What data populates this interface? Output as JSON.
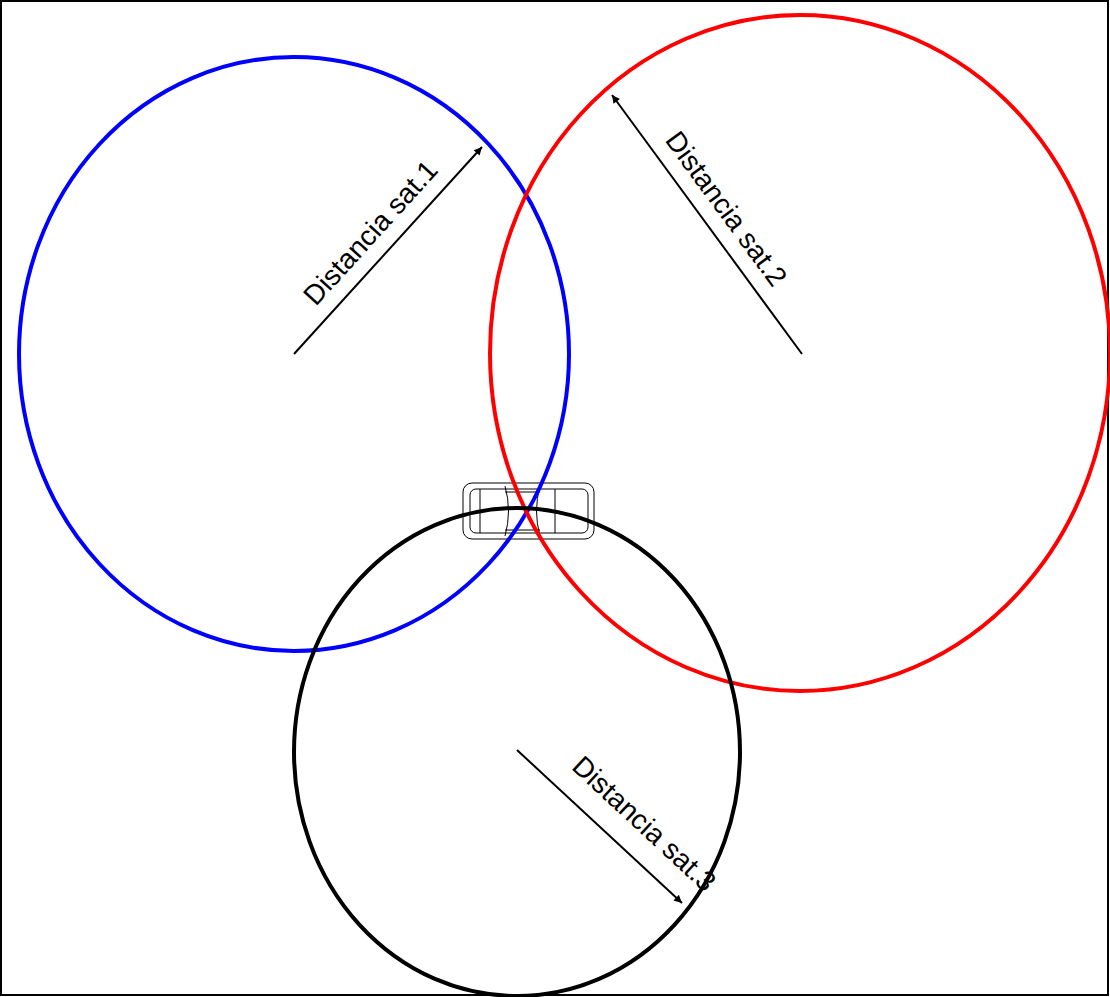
{
  "diagram": {
    "labels": [
      "Distancia sat.1",
      "Distancia sat.2",
      "Distancia sat.3"
    ]
  }
}
